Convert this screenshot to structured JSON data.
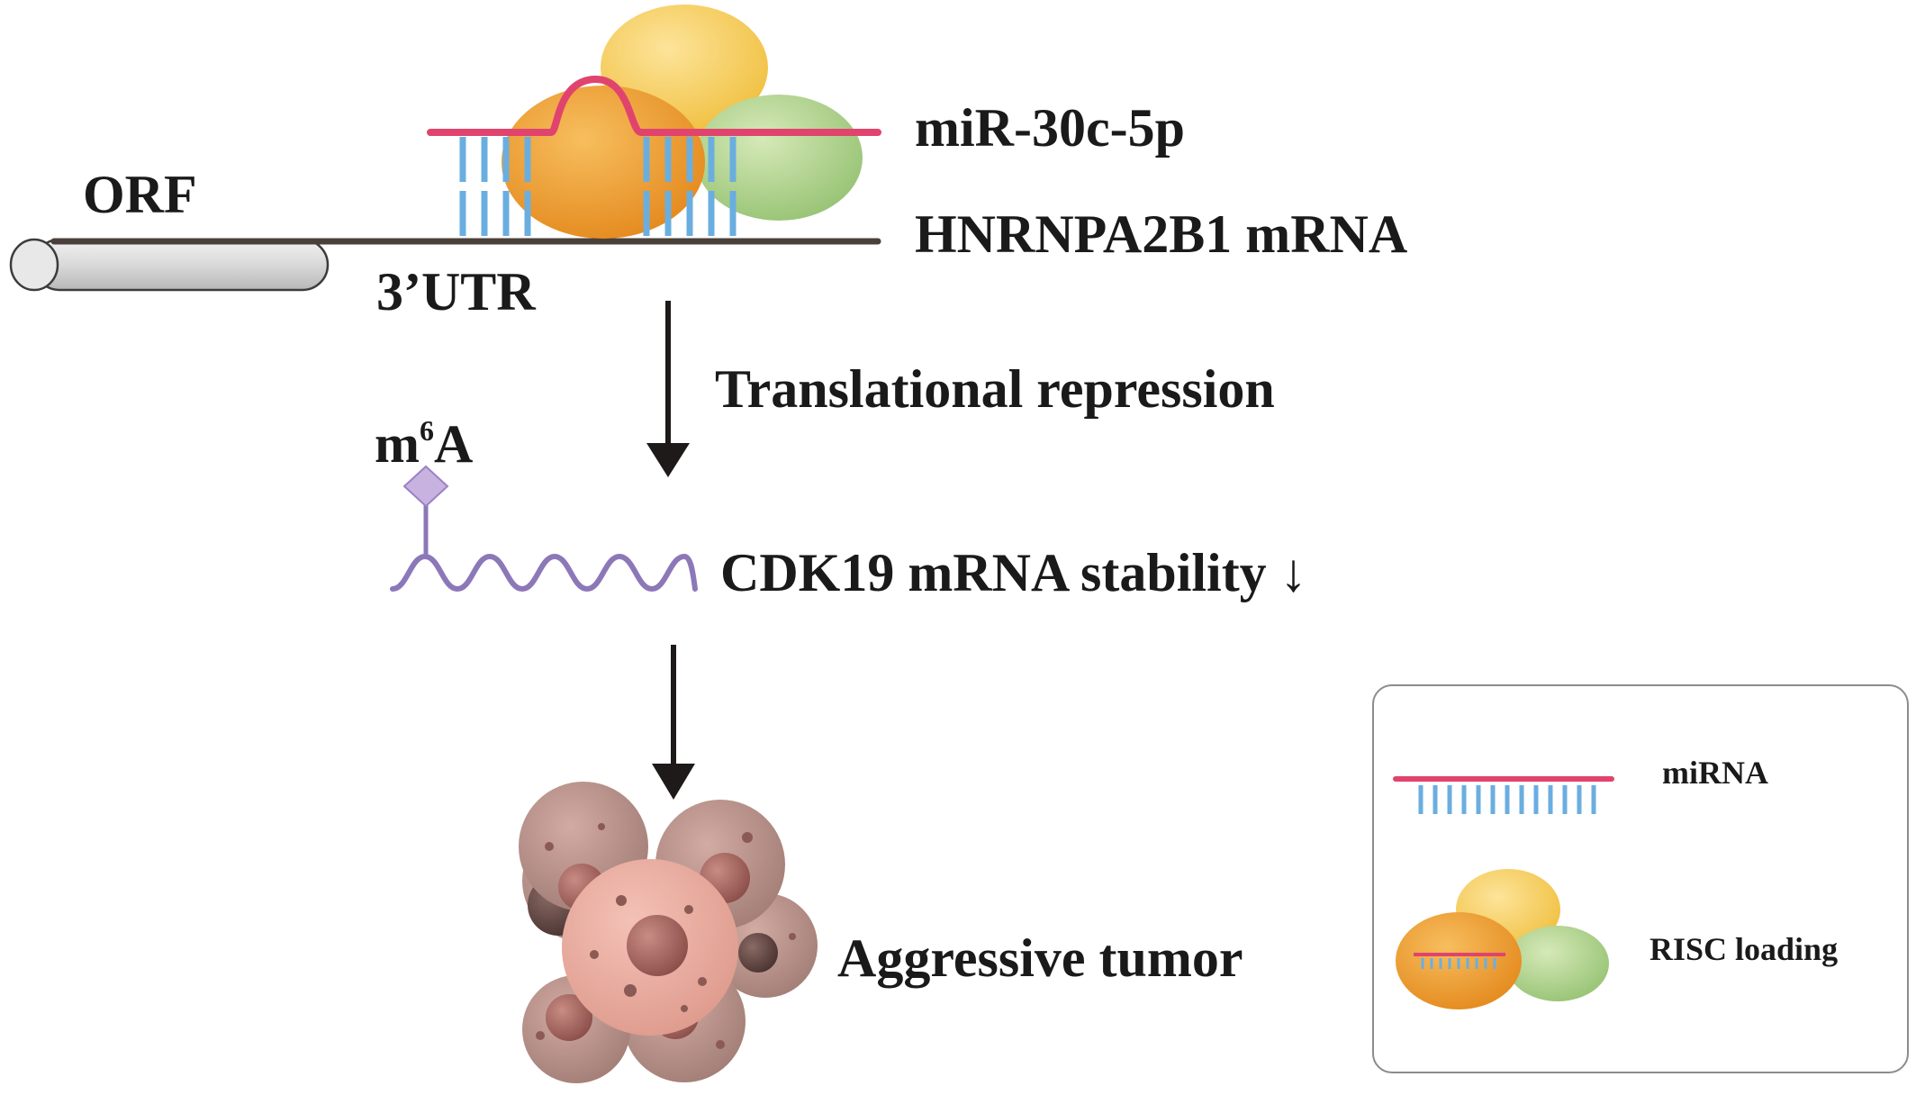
{
  "labels": {
    "orf": "ORF",
    "utr": "3’UTR",
    "mirna_name": "miR-30c-5p",
    "target_mrna": "HNRNPA2B1 mRNA",
    "step1": "Translational repression",
    "m6a_base": "m",
    "m6a_sup": "6",
    "m6a_tail": "A",
    "step2": "CDK19 mRNA stability ↓",
    "outcome": "Aggressive tumor"
  },
  "legend": {
    "mirna": "miRNA",
    "risc": "RISC loading"
  },
  "colors": {
    "mirna_strand": "#e0446e",
    "base_pairs": "#6aaee0",
    "mrna_line": "#4a3f3a",
    "ago_orange": "#f0a23a",
    "ago_yellow": "#f7d36b",
    "ago_green": "#a9d08a",
    "m6a_purple": "#8c78b8",
    "tumor_cells": "#b68a84",
    "arrow": "#1f1a1a"
  },
  "icons": [
    "orf-cylinder-icon",
    "risc-complex-icon",
    "m6a-mark-icon",
    "tumor-cluster-icon"
  ]
}
